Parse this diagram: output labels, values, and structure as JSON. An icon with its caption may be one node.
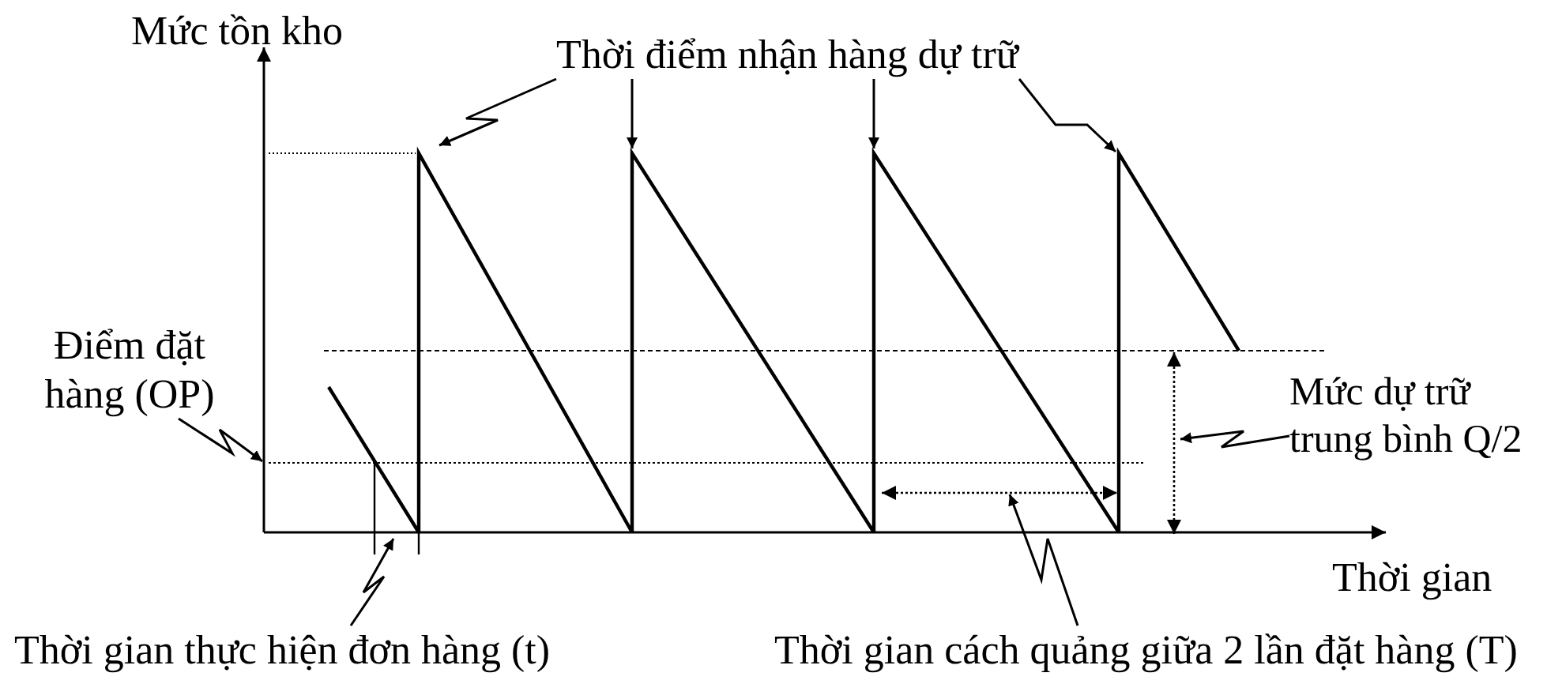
{
  "diagram": {
    "nodes": [
      {
        "text": [
          "Thời điểm nhận hàng dự trữ"
        ]
      },
      {
        "text": [
          "Điểm đặt hàng (OP)"
        ]
      },
      {
        "text": [
          "Mức dự trữ trung bình Q/2"
        ]
      },
      {
        "text": [
          "Thời gian thực hiện đơn hàng (t)"
        ]
      },
      {
        "text": [
          "Thời gian cách quảng giữa 2 lần đặt hàng (T)"
        ]
      }
    ],
    "edges": [
      {
        "from": 0,
        "to": null,
        "arrow": "to"
      },
      {
        "from": 0,
        "to": null,
        "arrow": "to"
      },
      {
        "from": 0,
        "to": null,
        "arrow": "to"
      },
      {
        "from": 0,
        "to": null,
        "arrow": "to"
      },
      {
        "from": 1,
        "to": null,
        "arrow": "to"
      },
      {
        "from": 2,
        "to": null,
        "arrow": "to"
      },
      {
        "from": 3,
        "to": null,
        "arrow": "to"
      },
      {
        "from": 4,
        "to": null,
        "arrow": "to"
      }
    ],
    "labels": [
      "Mức tồn kho",
      "Thời gian"
    ]
  }
}
